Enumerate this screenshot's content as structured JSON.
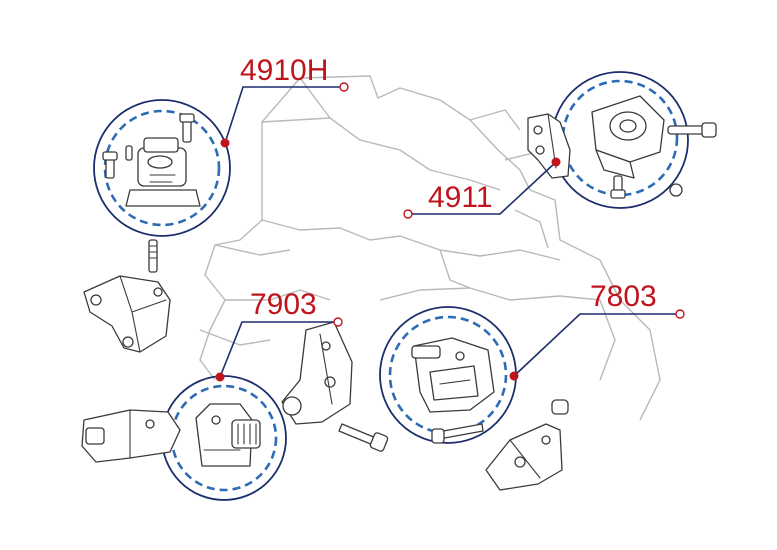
{
  "callouts": [
    {
      "id": "4910H",
      "label": "4910H"
    },
    {
      "id": "4911",
      "label": "4911"
    },
    {
      "id": "7903",
      "label": "7903"
    },
    {
      "id": "7803",
      "label": "7803"
    }
  ],
  "colors": {
    "label": "#c0141c",
    "ring": "#1b2d6b",
    "dash": "#2d6cb5",
    "engine_outline": "#b9b9b9",
    "part_outline": "#3a3a3a"
  }
}
